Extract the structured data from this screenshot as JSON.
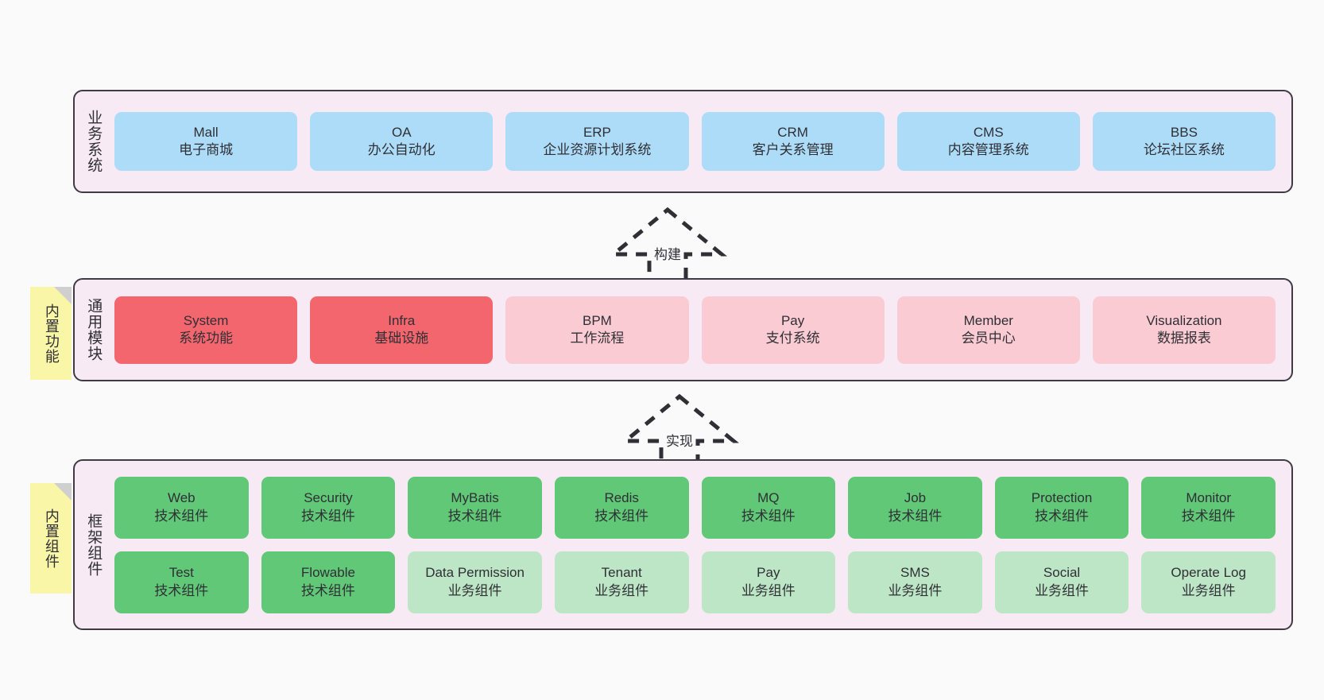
{
  "diagram": {
    "background": "#FAFAFA",
    "layer_bg": "#F7EAF4",
    "layer_border": "#3F3B44",
    "colors": {
      "blue": "#ADDCF8",
      "red": "#F4666E",
      "pink": "#FBCBD4",
      "green": "#60C877",
      "light_green": "#BDE6C6",
      "note_yellow": "#FAF6A8",
      "note_fold": "#CFCFCF"
    }
  },
  "layers": [
    {
      "id": "business-systems",
      "title": "业务系统",
      "rows": [
        {
          "style": "blue",
          "cards": [
            {
              "name": "Mall",
              "desc": "电子商城"
            },
            {
              "name": "OA",
              "desc": "办公自动化"
            },
            {
              "name": "ERP",
              "desc": "企业资源计划系统"
            },
            {
              "name": "CRM",
              "desc": "客户关系管理"
            },
            {
              "name": "CMS",
              "desc": "内容管理系统"
            },
            {
              "name": "BBS",
              "desc": "论坛社区系统"
            }
          ]
        }
      ]
    },
    {
      "id": "common-modules",
      "title": "通用模块",
      "note": "内置功能",
      "rows": [
        {
          "style": "mixed",
          "cards": [
            {
              "name": "System",
              "desc": "系统功能",
              "style": "red"
            },
            {
              "name": "Infra",
              "desc": "基础设施",
              "style": "red"
            },
            {
              "name": "BPM",
              "desc": "工作流程",
              "style": "pink"
            },
            {
              "name": "Pay",
              "desc": "支付系统",
              "style": "pink"
            },
            {
              "name": "Member",
              "desc": "会员中心",
              "style": "pink"
            },
            {
              "name": "Visualization",
              "desc": "数据报表",
              "style": "pink"
            }
          ]
        }
      ]
    },
    {
      "id": "framework-components",
      "title": "框架组件",
      "note": "内置组件",
      "rows": [
        {
          "style": "mixed",
          "cards": [
            {
              "name": "Web",
              "desc": "技术组件",
              "style": "green"
            },
            {
              "name": "Security",
              "desc": "技术组件",
              "style": "green"
            },
            {
              "name": "MyBatis",
              "desc": "技术组件",
              "style": "green"
            },
            {
              "name": "Redis",
              "desc": "技术组件",
              "style": "green"
            },
            {
              "name": "MQ",
              "desc": "技术组件",
              "style": "green"
            },
            {
              "name": "Job",
              "desc": "技术组件",
              "style": "green"
            },
            {
              "name": "Protection",
              "desc": "技术组件",
              "style": "green"
            },
            {
              "name": "Monitor",
              "desc": "技术组件",
              "style": "green"
            }
          ]
        },
        {
          "style": "mixed",
          "cards": [
            {
              "name": "Test",
              "desc": "技术组件",
              "style": "green"
            },
            {
              "name": "Flowable",
              "desc": "技术组件",
              "style": "green"
            },
            {
              "name": "Data Permission",
              "desc": "业务组件",
              "style": "lgreen"
            },
            {
              "name": "Tenant",
              "desc": "业务组件",
              "style": "lgreen"
            },
            {
              "name": "Pay",
              "desc": "业务组件",
              "style": "lgreen"
            },
            {
              "name": "SMS",
              "desc": "业务组件",
              "style": "lgreen"
            },
            {
              "name": "Social",
              "desc": "业务组件",
              "style": "lgreen"
            },
            {
              "name": "Operate Log",
              "desc": "业务组件",
              "style": "lgreen"
            }
          ]
        }
      ]
    }
  ],
  "connectors": [
    {
      "id": "build",
      "label": "构建"
    },
    {
      "id": "implement",
      "label": "实现"
    }
  ]
}
